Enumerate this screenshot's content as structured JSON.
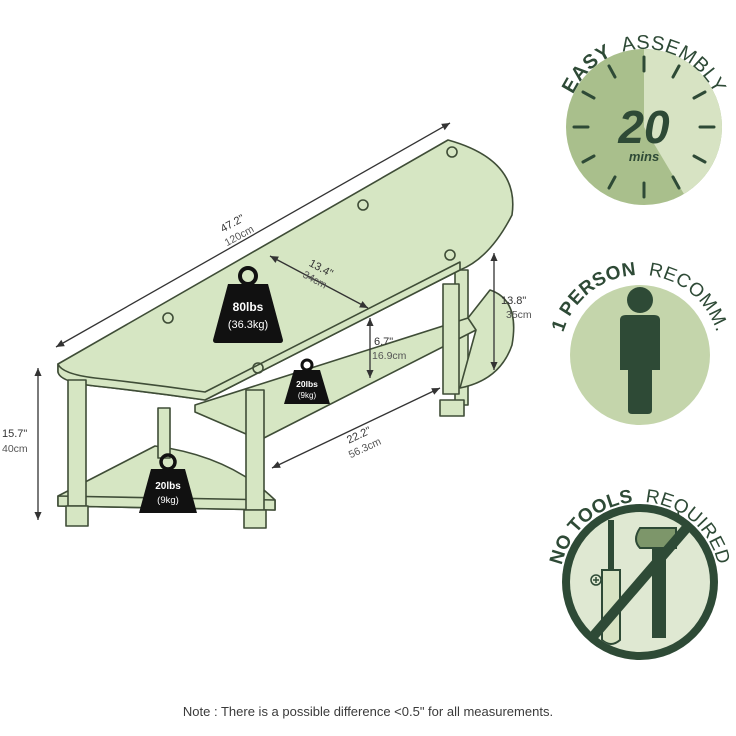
{
  "dimensions": {
    "width_in": "47.2\"",
    "width_cm": "120cm",
    "shelf_depth_in": "13.4\"",
    "shelf_depth_cm": "34cm",
    "right_height_in": "13.8\"",
    "right_height_cm": "35cm",
    "shelf_gap_in": "6.7\"",
    "shelf_gap_cm": "16.9cm",
    "total_height_in": "15.7\"",
    "total_height_cm": "40cm",
    "depth_in": "22.2\"",
    "depth_cm": "56.3cm"
  },
  "weights": {
    "top": {
      "lbs": "80lbs",
      "kg": "(36.3kg)"
    },
    "middle": {
      "lbs": "20lbs",
      "kg": "(9kg)"
    },
    "bottom": {
      "lbs": "20lbs",
      "kg": "(9kg)"
    }
  },
  "badges": {
    "assembly": {
      "bold": "EASY",
      "light": "ASSEMBLY",
      "number": "20",
      "unit": "mins"
    },
    "person": {
      "bold": "1 PERSON",
      "light": "RECOMM."
    },
    "tools": {
      "bold": "NO TOOLS",
      "light": "REQUIRED"
    }
  },
  "note": "Note : There is a possible difference <0.5\" for all measurements.",
  "colors": {
    "wood_fill": "#d6e6c3",
    "outline": "#3f4d37",
    "badge_light": "#c4d5ab",
    "badge_dark": "#2e4a36",
    "clock_face": "#a9bf8c",
    "weight_fill": "#111111"
  },
  "icons": [
    "clock-icon",
    "person-icon",
    "screwdriver-icon",
    "hammer-icon",
    "prohibited-icon",
    "weight-icon"
  ]
}
